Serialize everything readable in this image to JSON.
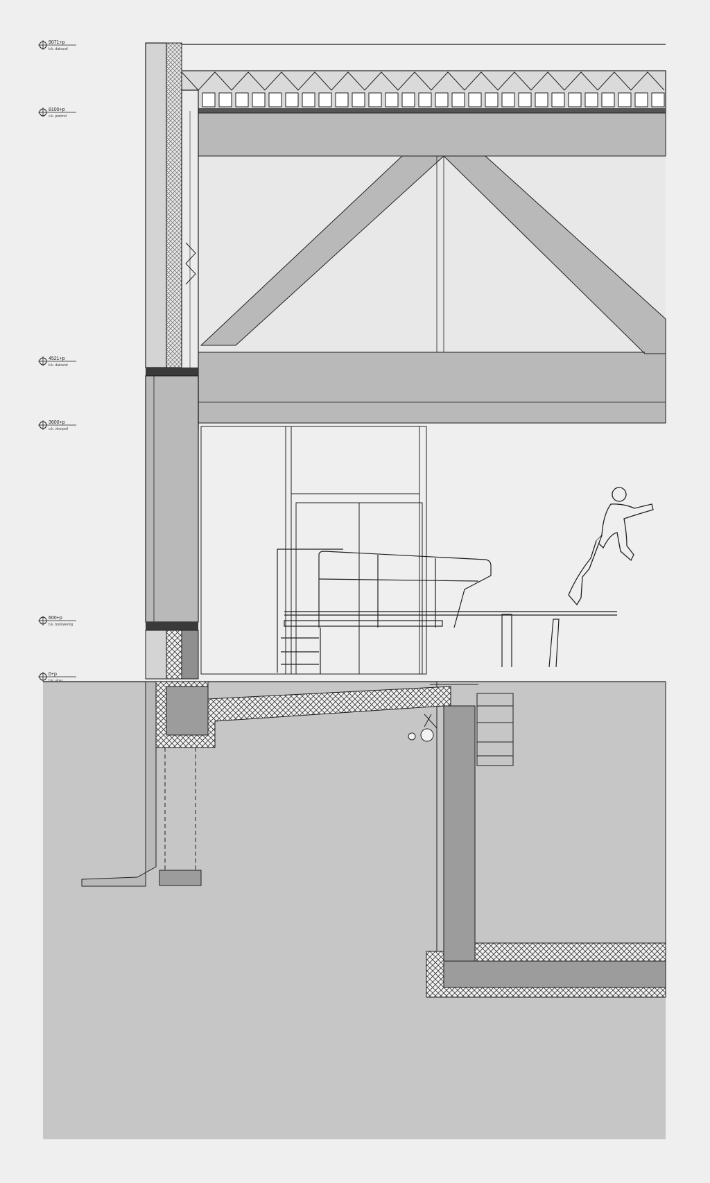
{
  "levels": [
    {
      "value": "9071+p",
      "desc": "b.k. dakrand"
    },
    {
      "value": "8100+p",
      "desc": "o.k. plafond"
    },
    {
      "value": "4521+p",
      "desc": "b.k. dakrand"
    },
    {
      "value": "3600+p",
      "desc": "o.k. vloerpeil"
    },
    {
      "value": "600+p",
      "desc": "b.k. borstwering"
    },
    {
      "value": "0+p",
      "desc": "b.k. vloer"
    }
  ],
  "colors": {
    "background": "#efefef",
    "ground": "#c6c6c6",
    "structure": "#b9b9b9",
    "dark": "#8f8f8f",
    "line": "#1f1f1f"
  }
}
